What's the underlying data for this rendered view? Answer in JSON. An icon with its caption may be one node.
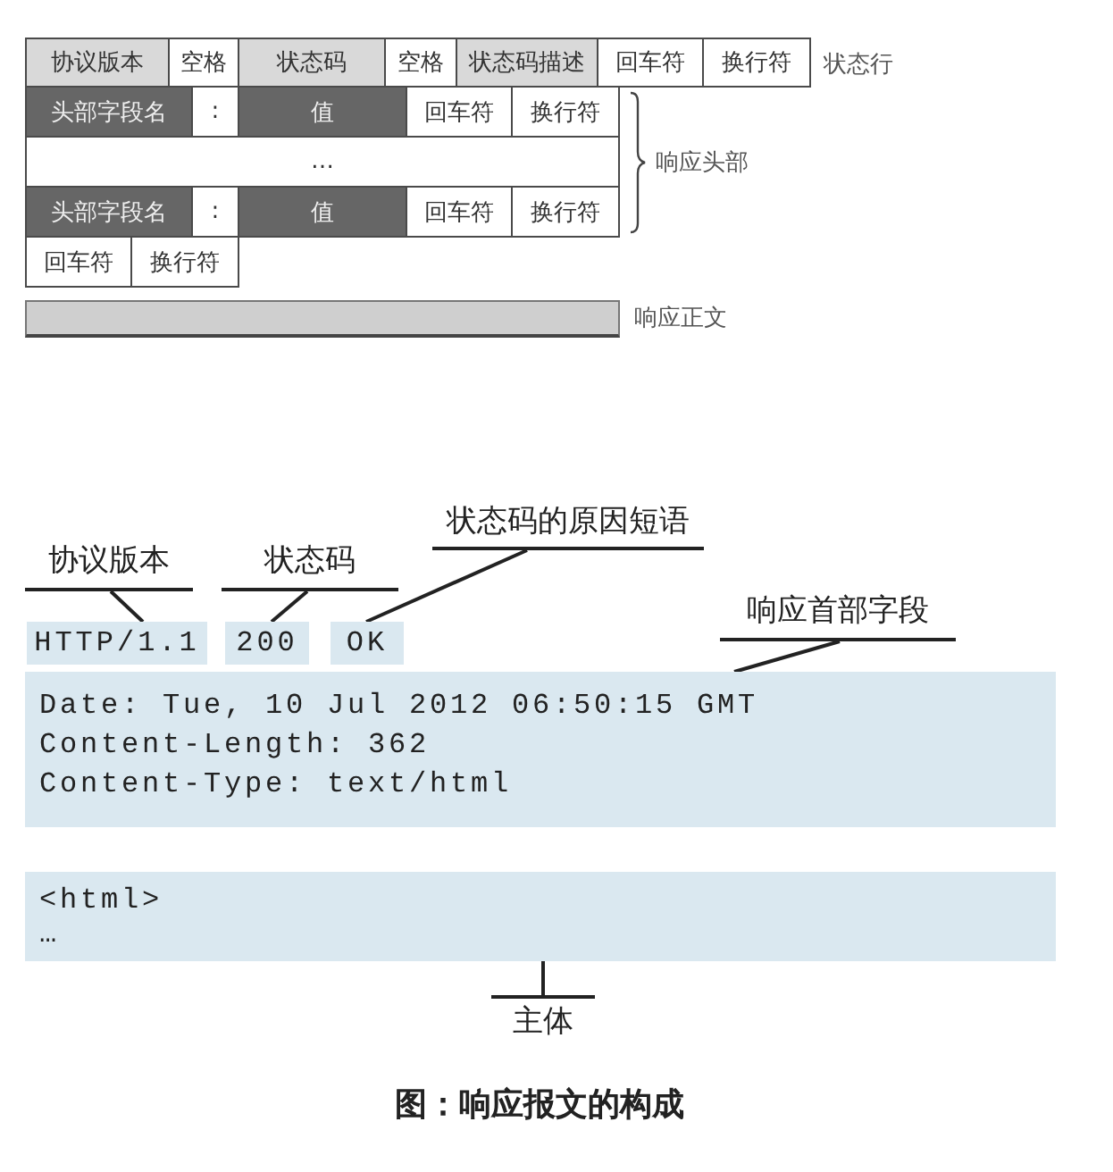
{
  "diagram": {
    "caption": "图：响应报文的构成",
    "nodes": [
      {
        "text": [
          "协议版本"
        ]
      },
      {
        "text": [
          "空格"
        ]
      },
      {
        "text": [
          "状态码"
        ]
      },
      {
        "text": [
          "空格"
        ]
      },
      {
        "text": [
          "状态码描述"
        ]
      },
      {
        "text": [
          "回车符"
        ]
      },
      {
        "text": [
          "换行符"
        ]
      },
      {
        "text": [
          "头部字段名"
        ]
      },
      {
        "text": [
          ":"
        ]
      },
      {
        "text": [
          "值"
        ]
      },
      {
        "text": [
          "回车符"
        ]
      },
      {
        "text": [
          "换行符"
        ]
      },
      {
        "text": [
          "…"
        ]
      },
      {
        "text": [
          "头部字段名"
        ]
      },
      {
        "text": [
          ":"
        ]
      },
      {
        "text": [
          "值"
        ]
      },
      {
        "text": [
          "回车符"
        ]
      },
      {
        "text": [
          "换行符"
        ]
      },
      {
        "text": [
          "回车符"
        ]
      },
      {
        "text": [
          "换行符"
        ]
      },
      {
        "text": [],
        "shape": "bar",
        "beside": [
          "响应正文"
        ]
      },
      {
        "text": [
          "协议版本"
        ]
      },
      {
        "text": [
          "状态码"
        ]
      },
      {
        "text": [
          "状态码的原因短语"
        ]
      },
      {
        "text": [
          "HTTP/1.1"
        ]
      },
      {
        "text": [
          "200"
        ]
      },
      {
        "text": [
          "OK"
        ]
      },
      {
        "text": [
          "响应首部字段"
        ]
      },
      {
        "text": [
          "Date: Tue, 10 Jul 2012 06:50:15 GMT",
          "Content-Length: 362",
          "Content-Type: text/html"
        ]
      },
      {
        "text": [
          "<html>",
          "…"
        ]
      },
      {
        "text": [
          "主体"
        ]
      }
    ],
    "edges": [
      {
        "from": 21,
        "to": 24,
        "arrow": "none"
      },
      {
        "from": 22,
        "to": 25,
        "arrow": "none"
      },
      {
        "from": 23,
        "to": 26,
        "arrow": "none"
      },
      {
        "from": 27,
        "to": 28,
        "arrow": "none"
      },
      {
        "from": 30,
        "to": 29,
        "arrow": "none"
      }
    ],
    "labels": [
      "状态行",
      "响应头部"
    ]
  }
}
